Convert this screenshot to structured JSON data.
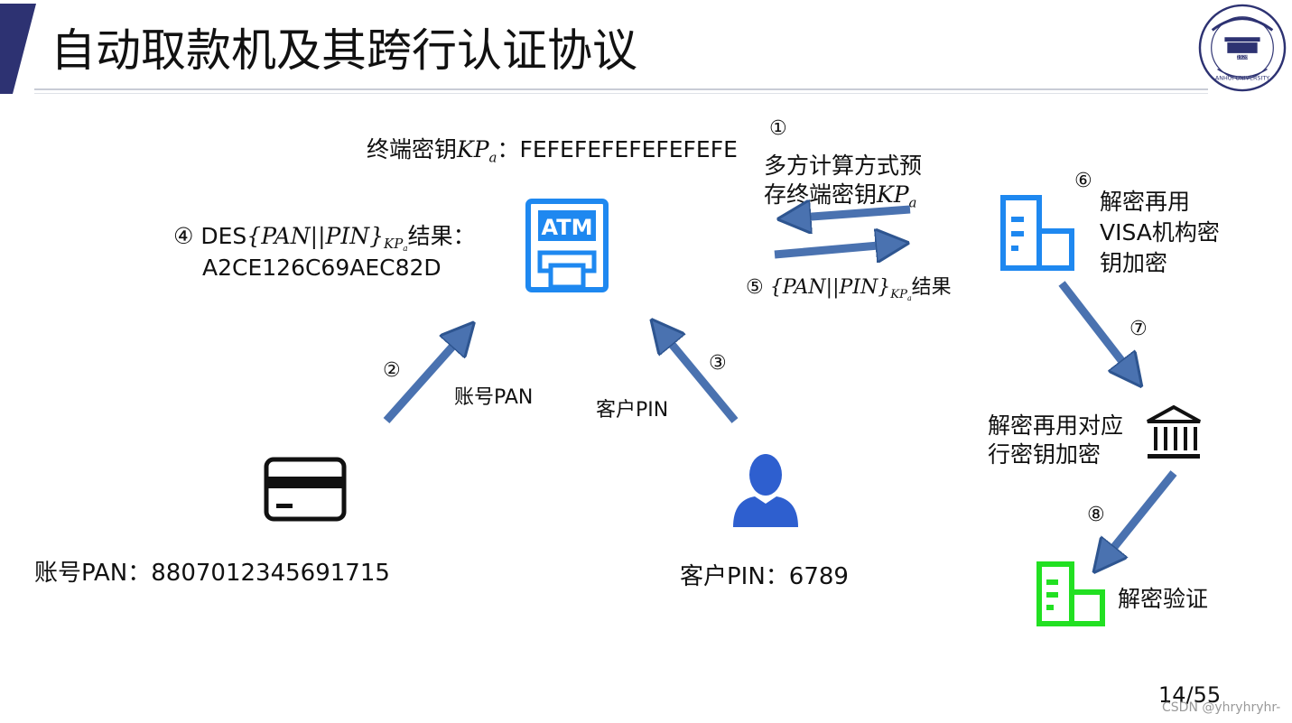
{
  "slide": {
    "title": "自动取款机及其跨行认证协议",
    "page_number": "14/55",
    "watermark": "CSDN @yhryhryhr-"
  },
  "logo": {
    "text": "ANHUI UNIVERSITY",
    "year": "1928"
  },
  "terminal_key": {
    "prefix": "终端密钥",
    "key_var": "KP",
    "key_sub": "a",
    "separator": "：",
    "value": "FEFEFEFEFEFEFEFE"
  },
  "step1": {
    "num": "①",
    "line1": "多方计算方式预",
    "line2_prefix": "存终端密钥",
    "key_var": "KP",
    "key_sub": "a"
  },
  "step4": {
    "num": "④",
    "des": "DES",
    "expr": "{PAN||PIN}",
    "sub_var": "KP",
    "sub_sub": "a",
    "suffix": "结果：",
    "value": "A2CE126C69AEC82D"
  },
  "step5": {
    "num": "⑤",
    "expr": "{PAN||PIN}",
    "sub_var": "KP",
    "sub_sub": "a",
    "suffix": "结果"
  },
  "step6": {
    "num": "⑥",
    "line1": "解密再用",
    "line2": "VISA机构密",
    "line3": "钥加密"
  },
  "step7": {
    "num": "⑦",
    "text_line1": "解密再用对应",
    "text_line2": "行密钥加密"
  },
  "step8": {
    "num": "⑧",
    "text": "解密验证"
  },
  "step2": {
    "num": "②",
    "label": "账号PAN"
  },
  "step3": {
    "num": "③",
    "label": "客户PIN"
  },
  "card": {
    "caption": "账号PAN：8807012345691715"
  },
  "customer": {
    "caption": "客户PIN：6789"
  },
  "atm": {
    "label": "ATM"
  },
  "colors": {
    "arrow": "#4a72b0",
    "arrow_edge": "#2e5590",
    "atm_icon": "#1e88f0",
    "bank_blue": "#1e88f0",
    "bank_green": "#22e022",
    "person": "#2e5fcf",
    "accent": "#2d3272"
  },
  "icons": [
    "atm-icon",
    "card-icon",
    "person-icon",
    "building-blue-icon",
    "bank-icon",
    "building-green-icon"
  ]
}
